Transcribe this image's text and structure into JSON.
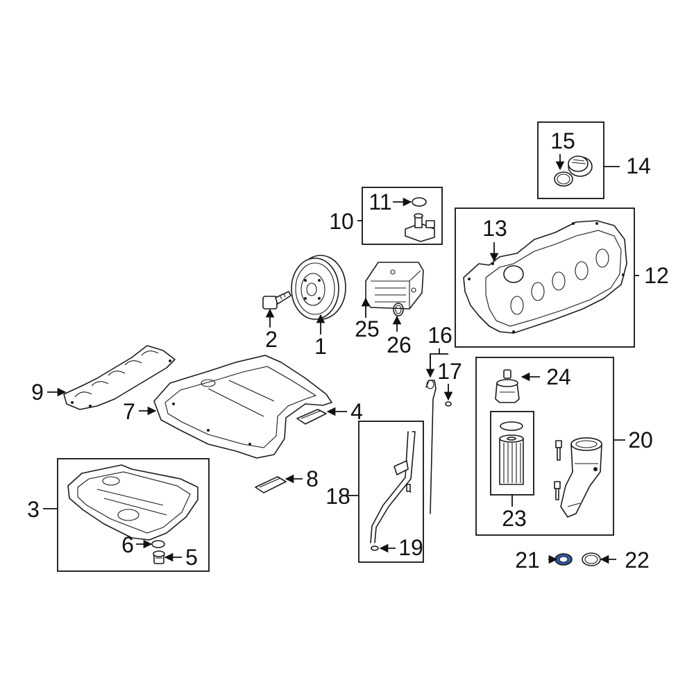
{
  "callouts": {
    "c1": "1",
    "c2": "2",
    "c3": "3",
    "c4": "4",
    "c5": "5",
    "c6": "6",
    "c7": "7",
    "c8": "8",
    "c9": "9",
    "c10": "10",
    "c11": "11",
    "c12": "12",
    "c13": "13",
    "c14": "14",
    "c15": "15",
    "c16": "16",
    "c17": "17",
    "c18": "18",
    "c19": "19",
    "c20": "20",
    "c21": "21",
    "c22": "22",
    "c23": "23",
    "c24": "24",
    "c25": "25",
    "c26": "26"
  },
  "colors": {
    "line": "#1a1a1a",
    "highlight_washer": "#2f5aa8"
  }
}
